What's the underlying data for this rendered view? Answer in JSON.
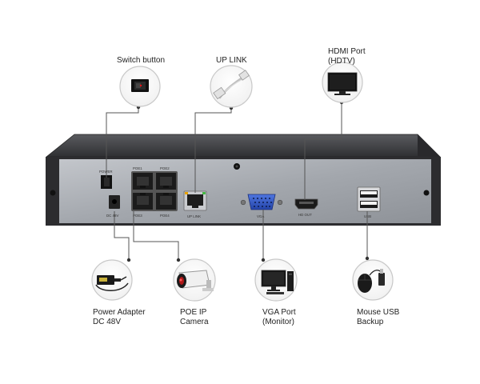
{
  "callouts": {
    "switch_button": "Switch button",
    "uplink": "UP LINK",
    "hdmi_line1": "HDMI Port",
    "hdmi_line2": "(HDTV)",
    "power_line1": "Power Adapter",
    "power_line2": "DC 48V",
    "poe_line1": "POE IP",
    "poe_line2": "Camera",
    "vga_line1": "VGA Port",
    "vga_line2": "(Monitor)",
    "usb_line1": "Mouse USB",
    "usb_line2": "Backup"
  },
  "panel_labels": {
    "power": "POWER",
    "dc": "DC 48V",
    "poe1": "POE1",
    "poe2": "POE2",
    "poe3": "POE3",
    "poe4": "POE4",
    "uplink": "UP LINK",
    "vga": "VGA",
    "hdout": "HD OUT",
    "usb": "USB"
  },
  "colors": {
    "chassis_top": "#3d3d40",
    "rear_panel": "#a9acb1",
    "vga_blue": "#2f55c8",
    "callout_line": "#555555"
  },
  "icons": [
    "rocker-switch-icon",
    "ethernet-cable-icon",
    "tv-monitor-icon",
    "power-adapter-icon",
    "ip-camera-icon",
    "desktop-computer-icon",
    "mouse-icon"
  ]
}
